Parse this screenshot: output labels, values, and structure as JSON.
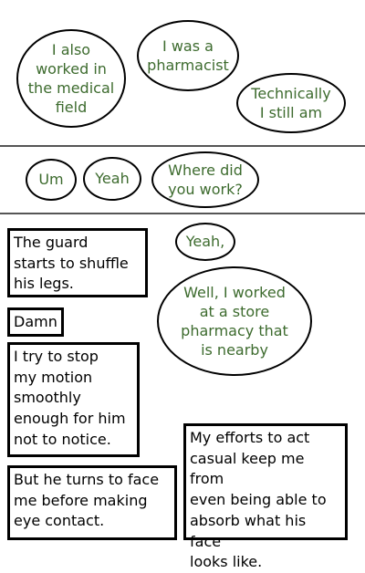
{
  "colors": {
    "dialogue": "#3d6b2e",
    "narration": "#000000",
    "divider": "#555555"
  },
  "panel1": {
    "bubbles": [
      {
        "text": "I also\nworked in\nthe medical\nfield"
      },
      {
        "text": "I was a\npharmacist"
      },
      {
        "text": "Technically\nI still am"
      }
    ]
  },
  "panel2": {
    "bubbles": [
      {
        "text": "Um"
      },
      {
        "text": "Yeah"
      },
      {
        "text": "Where did\nyou work?"
      }
    ]
  },
  "panel3": {
    "captions": [
      {
        "text": "The guard\nstarts to shuffle\nhis legs."
      },
      {
        "text": "Damn"
      },
      {
        "text": "I try to stop\nmy motion\nsmoothly\nenough for him\nnot to notice."
      },
      {
        "text": "But he turns to face\nme before making\neye contact."
      },
      {
        "text": "My efforts to act\ncasual keep me from\neven being able to\nabsorb what his face\nlooks like."
      }
    ],
    "bubbles": [
      {
        "text": "Yeah,"
      },
      {
        "text": "Well, I worked\nat a store\npharmacy that\nis nearby"
      }
    ]
  }
}
